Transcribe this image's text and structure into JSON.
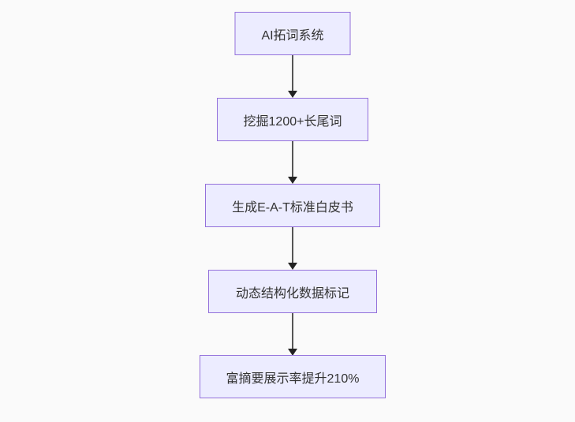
{
  "diagram": {
    "type": "flowchart",
    "direction": "top-down",
    "nodes": [
      {
        "id": "n1",
        "label": "AI拓词系统"
      },
      {
        "id": "n2",
        "label": "挖掘1200+长尾词"
      },
      {
        "id": "n3",
        "label": "生成E-A-T标准白皮书"
      },
      {
        "id": "n4",
        "label": "动态结构化数据标记"
      },
      {
        "id": "n5",
        "label": "富摘要展示率提升210%"
      }
    ],
    "edges": [
      {
        "from": "n1",
        "to": "n2"
      },
      {
        "from": "n2",
        "to": "n3"
      },
      {
        "from": "n3",
        "to": "n4"
      },
      {
        "from": "n4",
        "to": "n5"
      }
    ],
    "colors": {
      "node_fill": "#ececff",
      "node_border": "#9370db",
      "edge_line": "#555555",
      "arrowhead": "#222222",
      "text": "#333333",
      "background": "#fafafa"
    }
  }
}
